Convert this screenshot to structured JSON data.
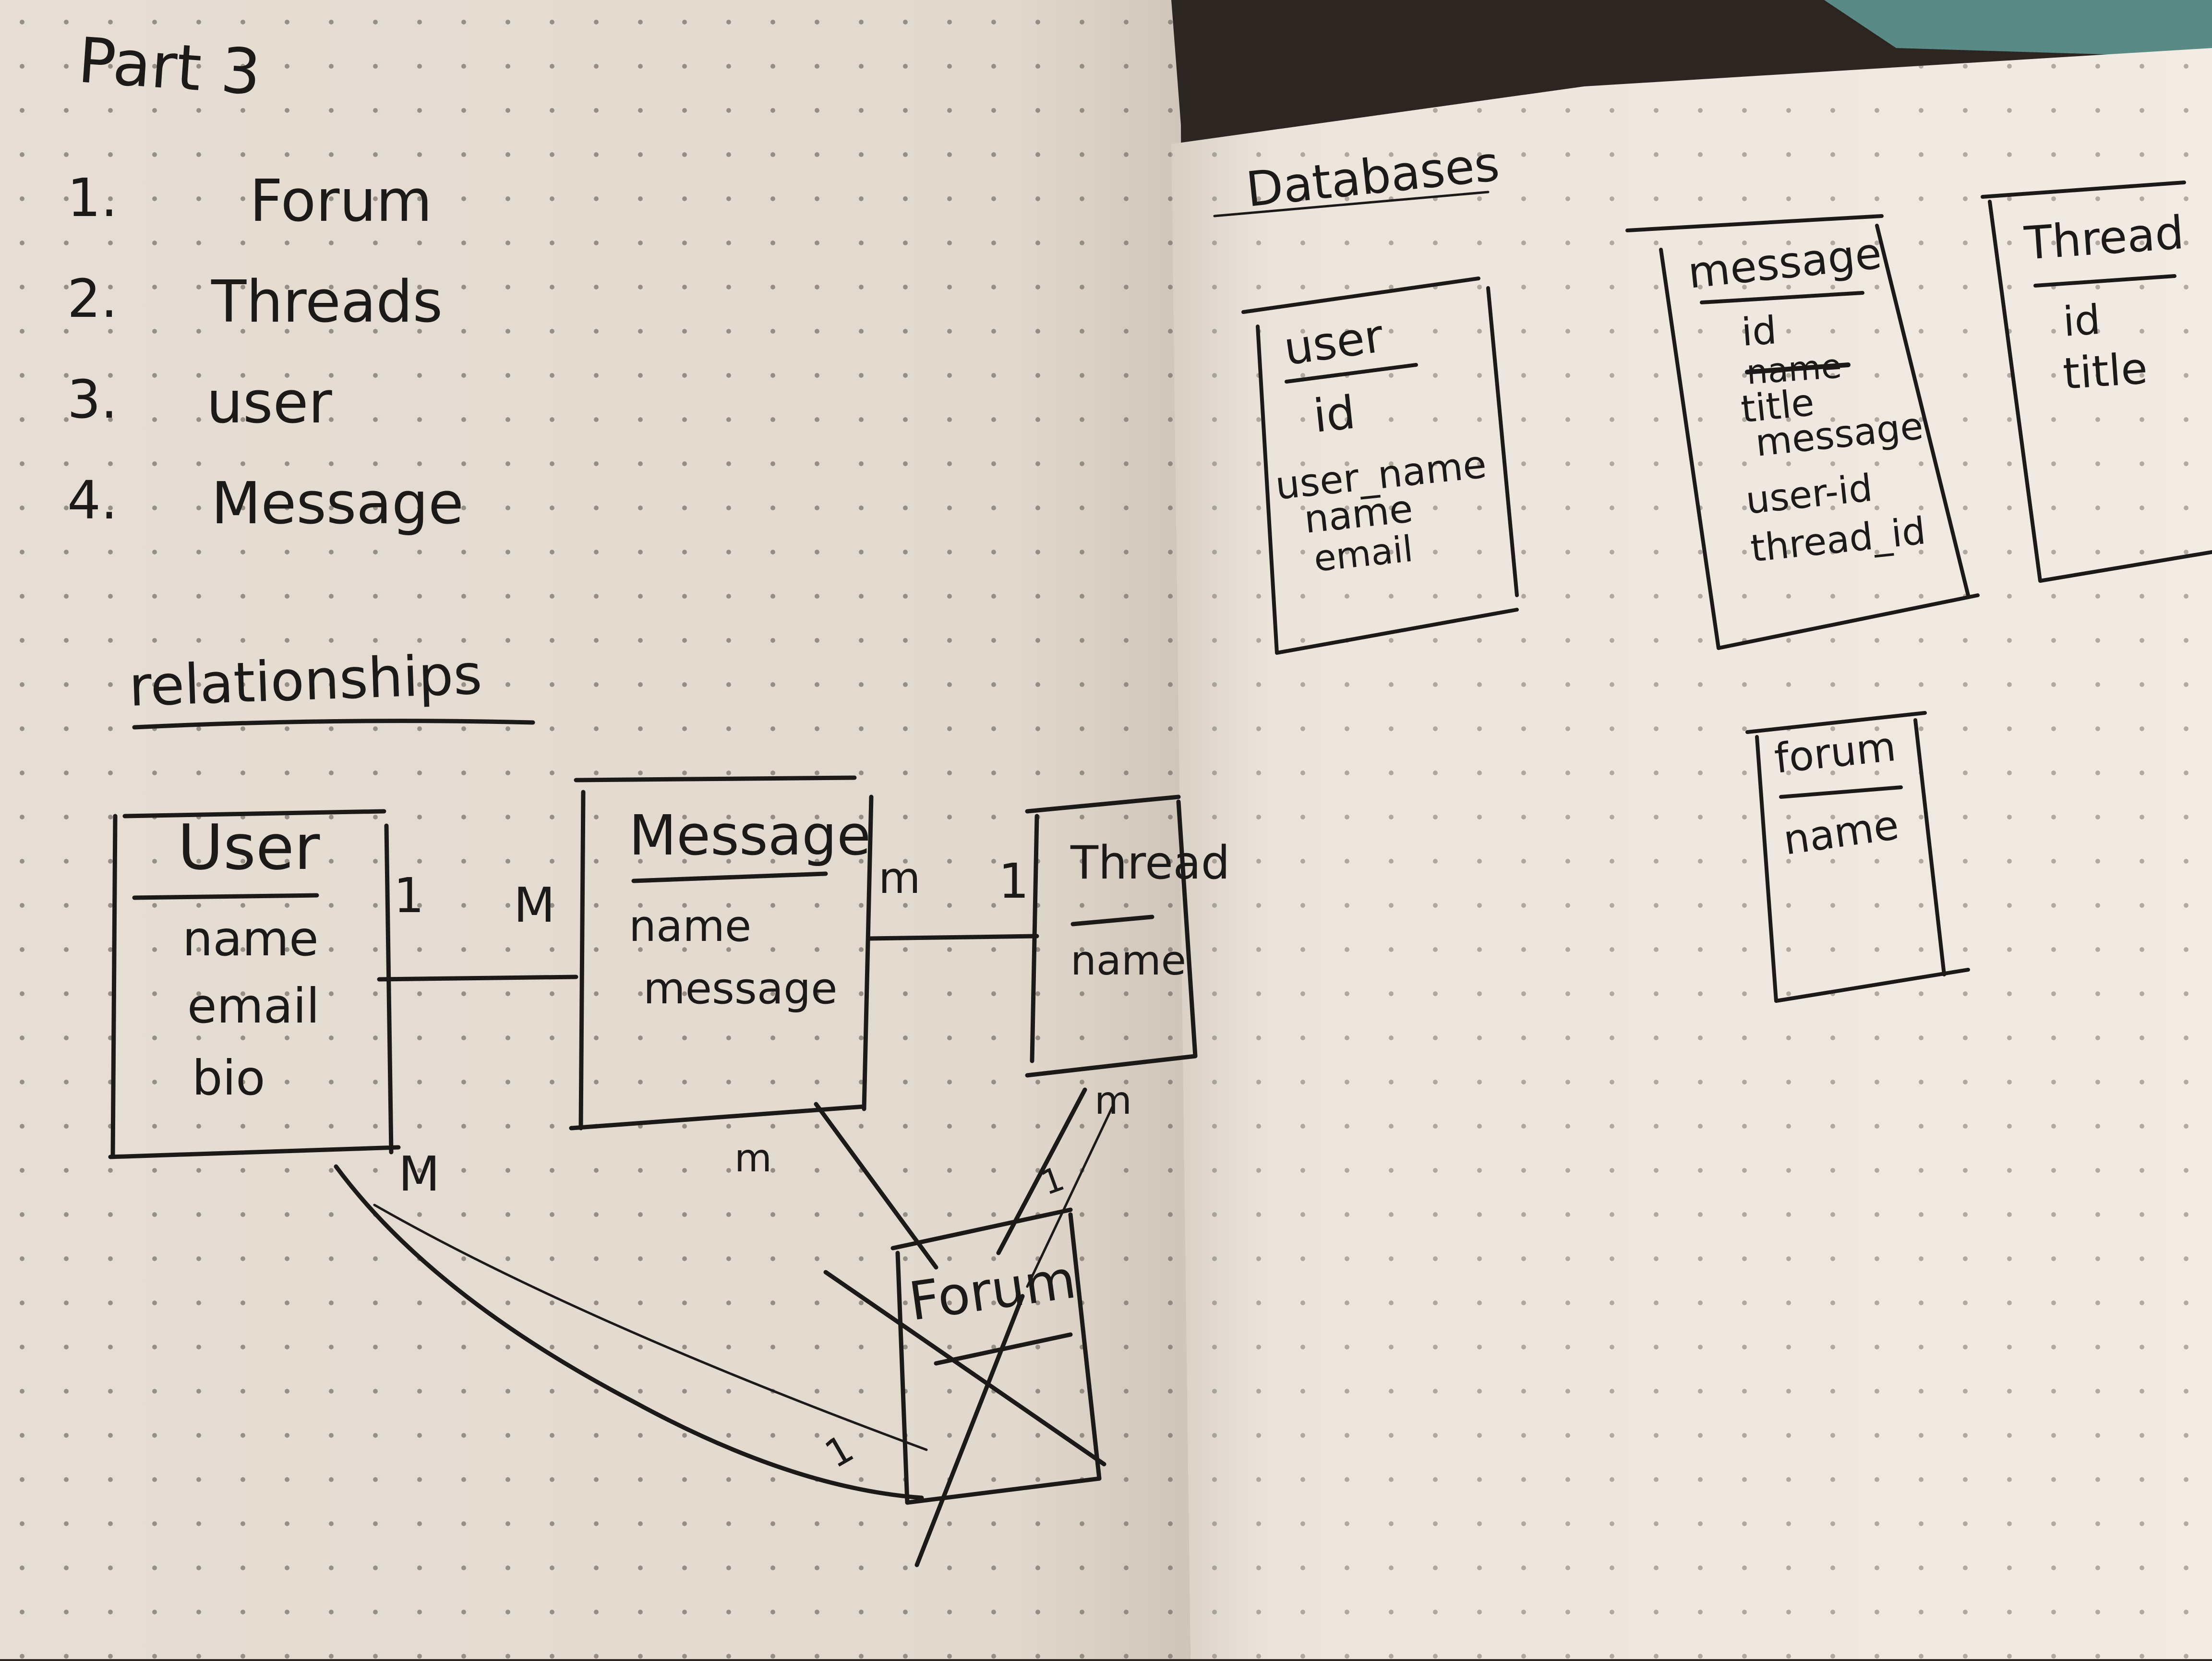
{
  "colors": {
    "paper": "#e9e2d9",
    "paper_shadow": "#d8cfc4",
    "ink": "#1c1a18",
    "dot": "#7d766e",
    "background": "#2b2622"
  },
  "left_page": {
    "heading": "Part 3",
    "list": [
      {
        "num": "1.",
        "label": "Forum"
      },
      {
        "num": "2.",
        "label": "Threads"
      },
      {
        "num": "3.",
        "label": "user"
      },
      {
        "num": "4.",
        "label": "Message"
      }
    ],
    "relationships_heading": "relationships",
    "entities": {
      "user": {
        "title": "User",
        "fields": [
          "name",
          "email",
          "bio"
        ]
      },
      "message": {
        "title": "Message",
        "fields": [
          "name",
          "message"
        ]
      },
      "thread": {
        "title": "Thread",
        "fields": [
          "name"
        ]
      },
      "forum": {
        "title": "Forum",
        "fields": []
      }
    },
    "cardinalities": {
      "user_message_user_side": "1",
      "user_message_message_side": "M",
      "message_thread_message_side": "m",
      "message_thread_thread_side": "1",
      "user_forum_user_side": "M",
      "user_forum_forum_side": "1",
      "message_forum_message_side": "m",
      "thread_forum_thread_side": "m",
      "thread_forum_forum_side": "1"
    }
  },
  "right_page": {
    "heading": "Databases",
    "tables": {
      "user": {
        "title": "user",
        "fields": [
          "id",
          "user_name",
          "name",
          "email"
        ]
      },
      "message": {
        "title": "message",
        "struck_fields": [
          "name"
        ],
        "fields_before": [
          "id"
        ],
        "fields_after": [
          "title",
          "message",
          "user-id",
          "thread_id"
        ]
      },
      "thread": {
        "title": "Thread",
        "fields": [
          "id",
          "title"
        ]
      },
      "forum": {
        "title": "forum",
        "fields": [
          "name"
        ]
      }
    }
  }
}
